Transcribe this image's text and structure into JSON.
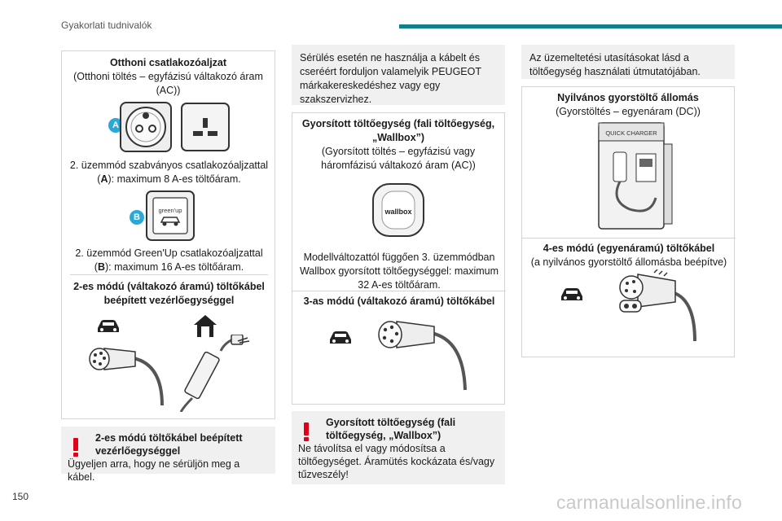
{
  "header": {
    "title": "Gyakorlati tudnivalók"
  },
  "page_number": "150",
  "watermark": "carmanualsonline.info",
  "col1": {
    "home_title": "Otthoni csatlakozóaljzat",
    "home_sub": "(Otthoni töltés – egyfázisú váltakozó áram (AC))",
    "badge_a": "A",
    "mode2_text_pre": "2. üzemmód szabványos csatlakozóaljzattal (",
    "mode2_text_letter": "A",
    "mode2_text_post": "): maximum 8 A-es töltőáram.",
    "badge_b": "B",
    "socket_b_label": "green'up",
    "greenup_text_pre": "2. üzemmód Green'Up csatlakozóaljzattal (",
    "greenup_text_letter": "B",
    "greenup_text_post": "): maximum 16 A-es töltőáram.",
    "cable2_title": "2-es módú (váltakozó áramú) töltőkábel beépített vezérlőegységgel",
    "warn_title": "2-es módú töltőkábel beépített vezérlőegységgel",
    "warn_body": "Ügyeljen arra, hogy ne sérüljön meg a kábel."
  },
  "col2": {
    "note": "Sérülés esetén ne használja a kábelt és cseréért forduljon valamelyik PEUGEOT márkakereskedéshez vagy egy szakszervizhez.",
    "wallbox_title": "Gyorsított töltőegység (fali töltőegység, „Wallbox”)",
    "wallbox_sub": "(Gyorsított töltés – egyfázisú vagy háromfázisú váltakozó áram (AC))",
    "wallbox_device_label": "wallbox",
    "wallbox_text": "Modellváltozattól függően 3. üzemmódban Wallbox gyorsított töltőegységgel: maximum 32 A-es töltőáram.",
    "cable3_title": "3-as módú (váltakozó áramú) töltőkábel",
    "warn_title": "Gyorsított töltőegység (fali töltőegység, „Wallbox”)",
    "warn_body": "Ne távolítsa el vagy módosítsa a töltőegységet. Áramütés kockázata és/vagy tűzveszély!"
  },
  "col3": {
    "note": "Az üzemeltetési utasításokat lásd a töltőegység használati útmutatójában.",
    "station_title": "Nyilvános gyorstöltő állomás",
    "station_sub": "(Gyorstöltés – egyenáram (DC))",
    "station_label": "QUICK CHARGER",
    "cable4_title": "4-es módú (egyenáramú) töltőkábel",
    "cable4_sub": "(a nyilvános gyorstöltő állomásba beépítve)"
  },
  "colors": {
    "accent": "#127f8a",
    "badge": "#2aa9d6",
    "warning": "#e0001a",
    "note_bg": "#f0f0f0"
  },
  "icons": [
    "french-socket-icon",
    "uk-socket-icon",
    "greenup-socket-icon",
    "car-icon",
    "house-icon",
    "type2-plug-icon",
    "control-box-icon",
    "wallbox-icon",
    "quick-charger-icon",
    "ccs-plug-icon",
    "warning-icon"
  ]
}
